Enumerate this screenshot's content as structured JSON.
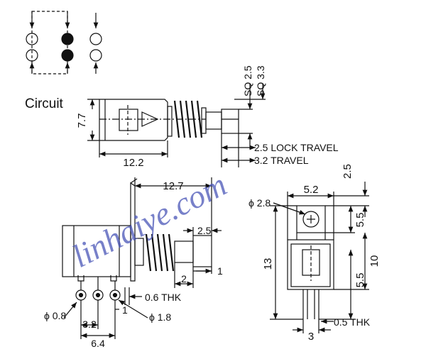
{
  "labels": {
    "circuit": "Circuit",
    "dim_7_7": "7.7",
    "dim_12_2": "12.2",
    "dim_sq_2_5": "SQ 2.5",
    "dim_sq_3_3": "SQ 3.3",
    "lock_travel": "2.5 LOCK TRAVEL",
    "travel": "3.2 TRAVEL",
    "dim_12_7": "12.7",
    "dim_2_5_side": "2.5",
    "dim_2": "2",
    "dim_1_side": "1",
    "thk_0_6": "0.6  THK",
    "phi_0_8": "ϕ 0.8",
    "phi_1_8": "ϕ 1.8",
    "dim_1_pin": "1",
    "dim_3_2": "3.2",
    "dim_6_4": "6.4",
    "dim_5_2": "5.2",
    "dim_2_5_top": "2.5",
    "phi_2_8": "ϕ 2.8",
    "dim_5_5_a": "5.5",
    "dim_13": "13",
    "dim_10": "10",
    "dim_5_5_b": "5.5",
    "thk_0_5": "0.5 THK",
    "dim_3": "3"
  },
  "watermark": "linhaiye.com",
  "colors": {
    "line": "#111111",
    "watermark": "#4a56b8"
  }
}
